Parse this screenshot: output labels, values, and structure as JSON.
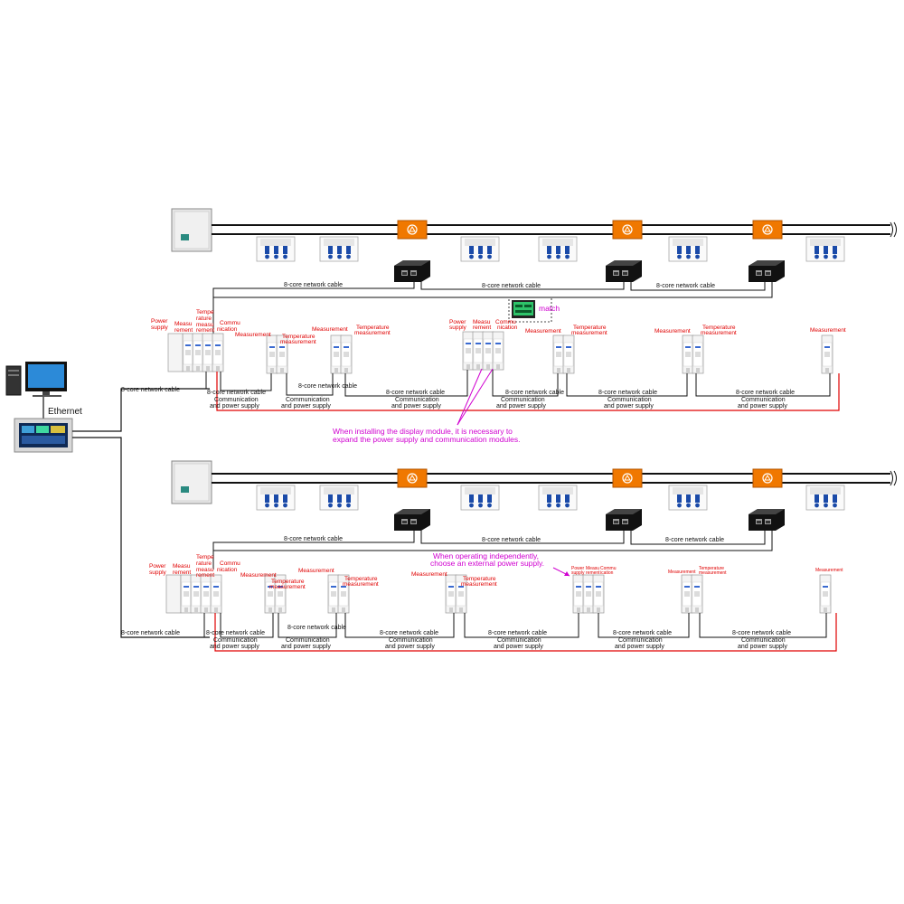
{
  "labels": {
    "ethernet": "Ethernet",
    "cable": "8-core network cable",
    "comm1": "Communication",
    "comm2": "and power supply",
    "power1": "Power",
    "power2": "supply",
    "measurement": "Measurement",
    "meas_a": "Measu",
    "meas_b": "rement",
    "temp1": "Temperature",
    "temp2": "measurement",
    "tm_a": "Tempe",
    "tm_b": "rature",
    "tm_c": "measu",
    "tm_d": "rement",
    "commu_a": "Commu",
    "commu_b": "nication",
    "comm_a": "Commu",
    "comm_b": "nication",
    "comm_c": "Commu",
    "comm_d": "ication",
    "match": "match",
    "note_display1": "When installing the display module, it is necessary to",
    "note_display2": "expand the power supply and communication modules.",
    "note_independent1": "When operating independently,",
    "note_independent2": "choose an external power supply."
  },
  "colors": {
    "busbar_accent": "#f07800",
    "module_accent": "#1a4aa8",
    "power_line": "#e00000",
    "annotation": "#d000d0"
  },
  "icons": {
    "computer": "desktop-computer-icon",
    "panel": "touch-screen-panel-icon",
    "switch": "network-switch-icon",
    "display": "display-module-icon",
    "enclosure": "distribution-cabinet-icon",
    "connector": "orange-cable-connector-icon",
    "breaker": "blue-breaker-block-icon"
  }
}
